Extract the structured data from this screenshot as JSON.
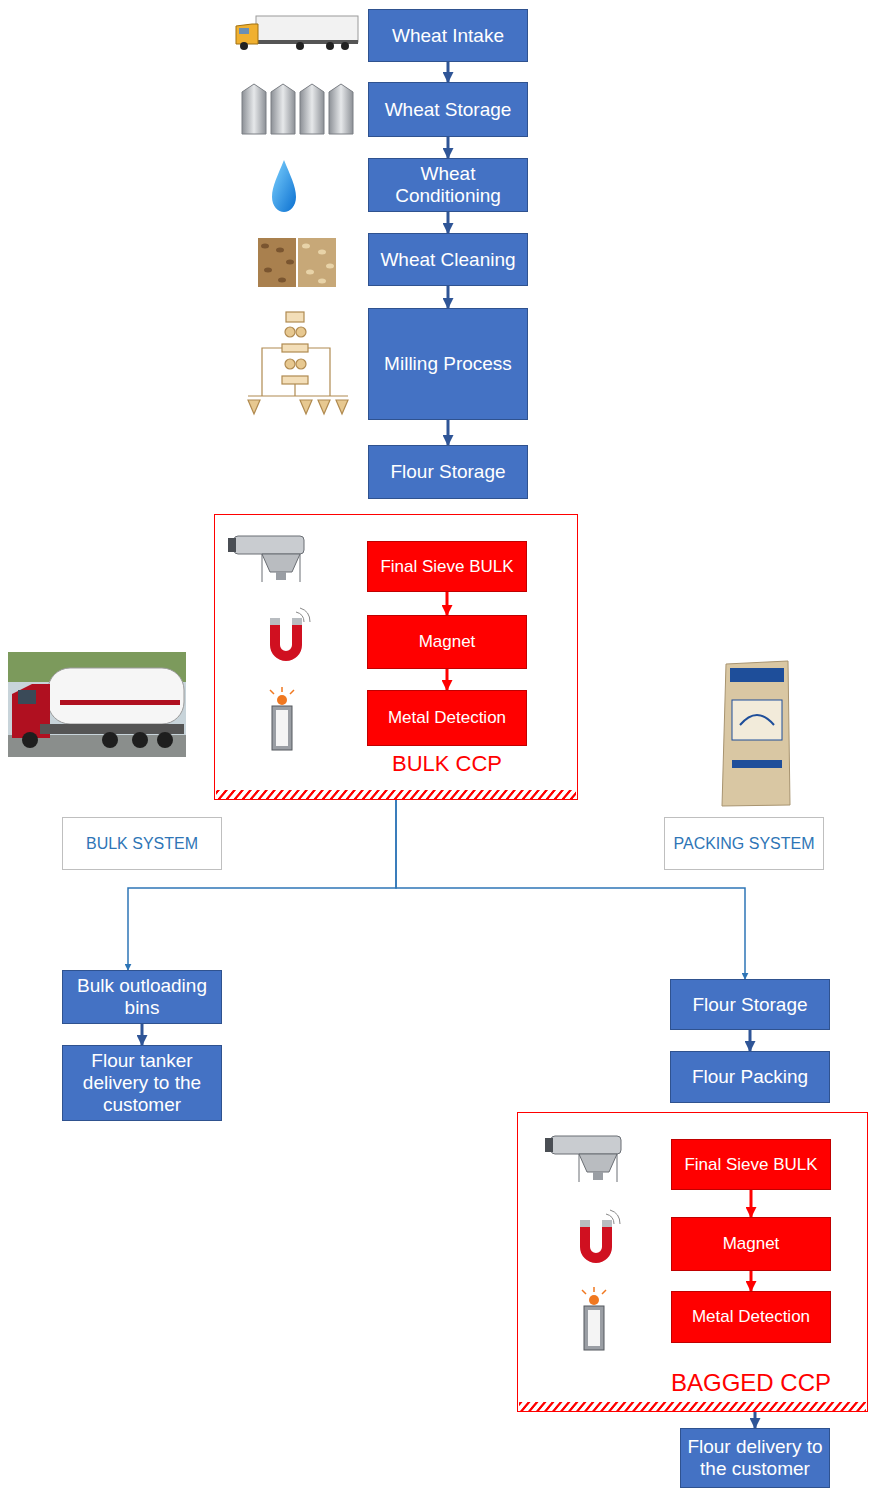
{
  "diagram": {
    "nodes": [
      {
        "text": [
          "Wheat Intake"
        ]
      },
      {
        "text": [
          "Wheat Storage"
        ]
      },
      {
        "text": [
          "Wheat Conditioning"
        ]
      },
      {
        "text": [
          "Wheat Cleaning"
        ]
      },
      {
        "text": [
          "Milling Process"
        ]
      },
      {
        "text": [
          "Flour Storage"
        ]
      },
      {
        "text": [
          "BULK CCP"
        ]
      },
      {
        "text": [
          "Final Sieve BULK"
        ],
        "in": 6
      },
      {
        "text": [
          "Magnet"
        ],
        "in": 6
      },
      {
        "text": [
          "Metal Detection"
        ],
        "in": 6
      },
      {
        "text": [
          "BULK SYSTEM"
        ]
      },
      {
        "text": [
          "PACKING SYSTEM"
        ]
      },
      {
        "text": [
          "Bulk outloading bins"
        ]
      },
      {
        "text": [
          "Flour tanker delivery to the customer"
        ]
      },
      {
        "text": [
          "Flour Storage"
        ]
      },
      {
        "text": [
          "Flour Packing"
        ]
      },
      {
        "text": [
          "BAGGED CCP"
        ]
      },
      {
        "text": [
          "Final Sieve BULK"
        ],
        "in": 16
      },
      {
        "text": [
          "Magnet"
        ],
        "in": 16
      },
      {
        "text": [
          "Metal Detection"
        ],
        "in": 16
      },
      {
        "text": [
          "Flour delivery to the customer"
        ]
      }
    ],
    "edges": [
      {
        "from": 0,
        "to": 1,
        "arrow": "to"
      },
      {
        "from": 1,
        "to": 2,
        "arrow": "to"
      },
      {
        "from": 2,
        "to": 3,
        "arrow": "to"
      },
      {
        "from": 3,
        "to": 4,
        "arrow": "to"
      },
      {
        "from": 4,
        "to": 5,
        "arrow": "to"
      },
      {
        "from": 7,
        "to": 8,
        "arrow": "to"
      },
      {
        "from": 8,
        "to": 9,
        "arrow": "to"
      },
      {
        "from": 6,
        "to": 12,
        "arrow": "to"
      },
      {
        "from": 6,
        "to": 14,
        "arrow": "to"
      },
      {
        "from": 12,
        "to": 13,
        "arrow": "to"
      },
      {
        "from": 14,
        "to": 15,
        "arrow": "to"
      },
      {
        "from": 17,
        "to": 18,
        "arrow": "to"
      },
      {
        "from": 18,
        "to": 19,
        "arrow": "to"
      },
      {
        "from": 16,
        "to": 20,
        "arrow": "to"
      }
    ]
  }
}
